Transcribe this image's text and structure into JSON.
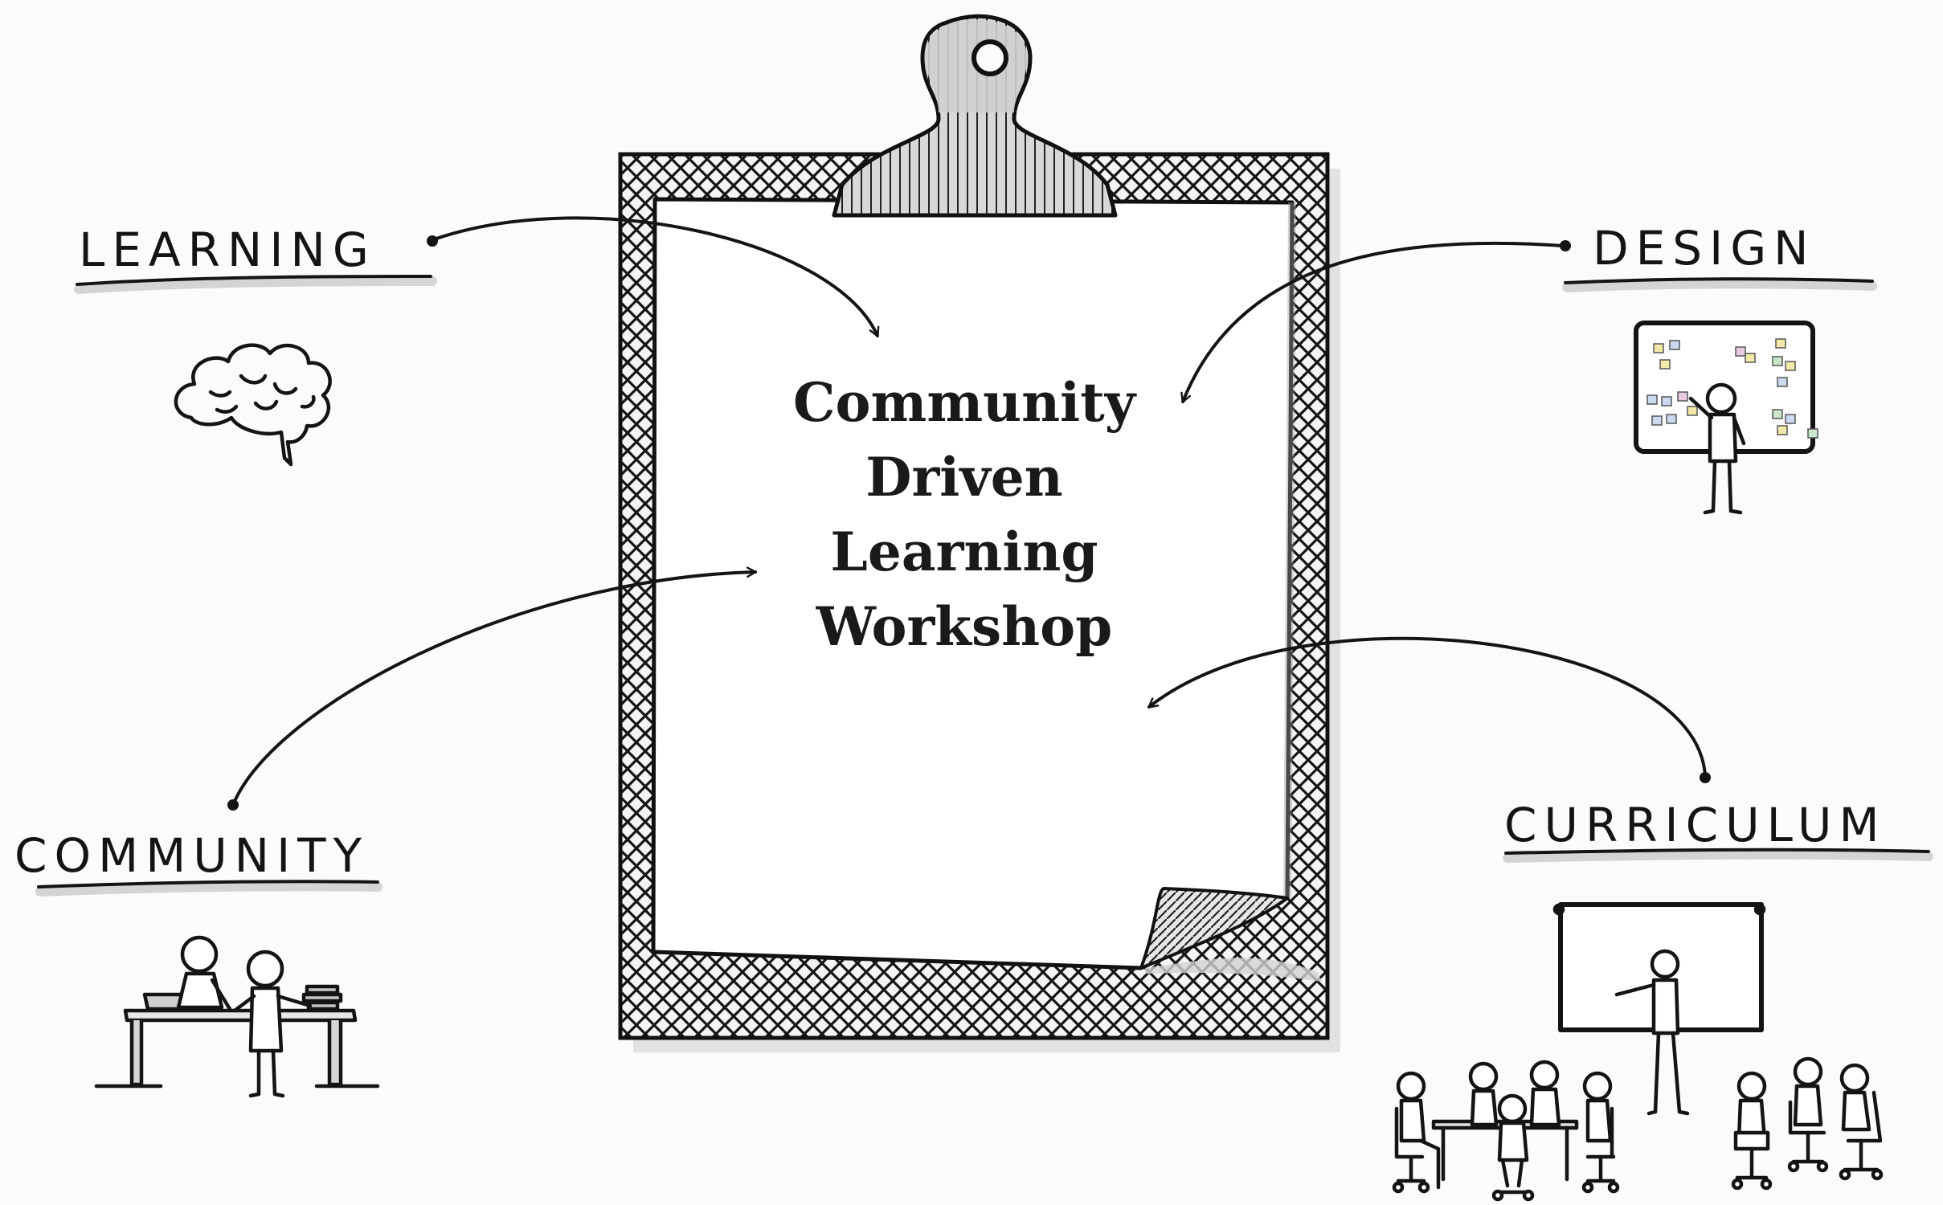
{
  "title": {
    "lines": [
      "Community",
      "Driven",
      "Learning",
      "Workshop"
    ]
  },
  "labels": {
    "learning": "LEARNING",
    "design": "DESIGN",
    "community": "COMMUNITY",
    "curriculum": "CURRICULUM"
  },
  "icons": {
    "learning": "brain-icon",
    "design": "person-at-sticky-note-board-icon",
    "community": "people-at-desk-icon",
    "curriculum": "classroom-presentation-icon",
    "center": "clipboard-icon"
  },
  "colors": {
    "background": "#fbfbfb",
    "ink": "#141414",
    "shadow": "#d9d9d9"
  }
}
